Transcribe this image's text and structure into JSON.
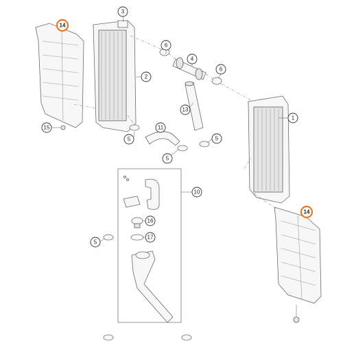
{
  "callouts": {
    "c14a": "14",
    "c3": "3",
    "c6a": "6",
    "c2": "2",
    "c4": "4",
    "c6b": "6",
    "c13": "13",
    "c1": "1",
    "c15": "15",
    "c11": "11",
    "c5a": "5",
    "c5b": "5",
    "c5c": "5",
    "c10": "10",
    "c14b": "14",
    "c16": "16",
    "c17": "17",
    "c5d": "5"
  },
  "colors": {
    "highlight": "#e87722",
    "line": "#6a6a6a"
  }
}
